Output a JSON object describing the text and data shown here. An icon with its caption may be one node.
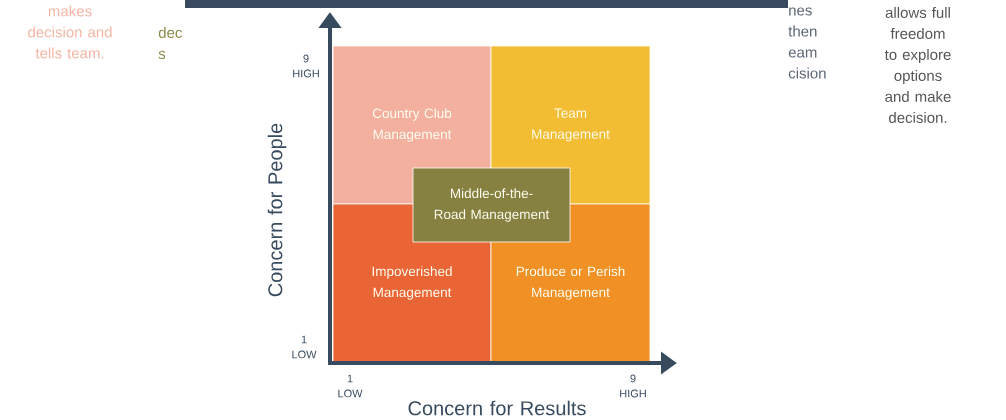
{
  "diagram": {
    "nodes": [
      {
        "text": [
          "Country Club Management"
        ]
      },
      {
        "text": [
          "Team Management"
        ]
      },
      {
        "text": [
          "Middle-of-the-Road Management"
        ]
      },
      {
        "text": [
          "Impoverished Management"
        ]
      },
      {
        "text": [
          "Produce or Perish Management"
        ]
      }
    ],
    "labels": [
      "makes decision and tells team.",
      "dec s",
      "nes then eam cision",
      "allows full freedom to explore options and make decision.",
      "9 HIGH",
      "Concern for People",
      "1 LOW",
      "1 LOW",
      "9 HIGH",
      "Concern for Results"
    ]
  }
}
